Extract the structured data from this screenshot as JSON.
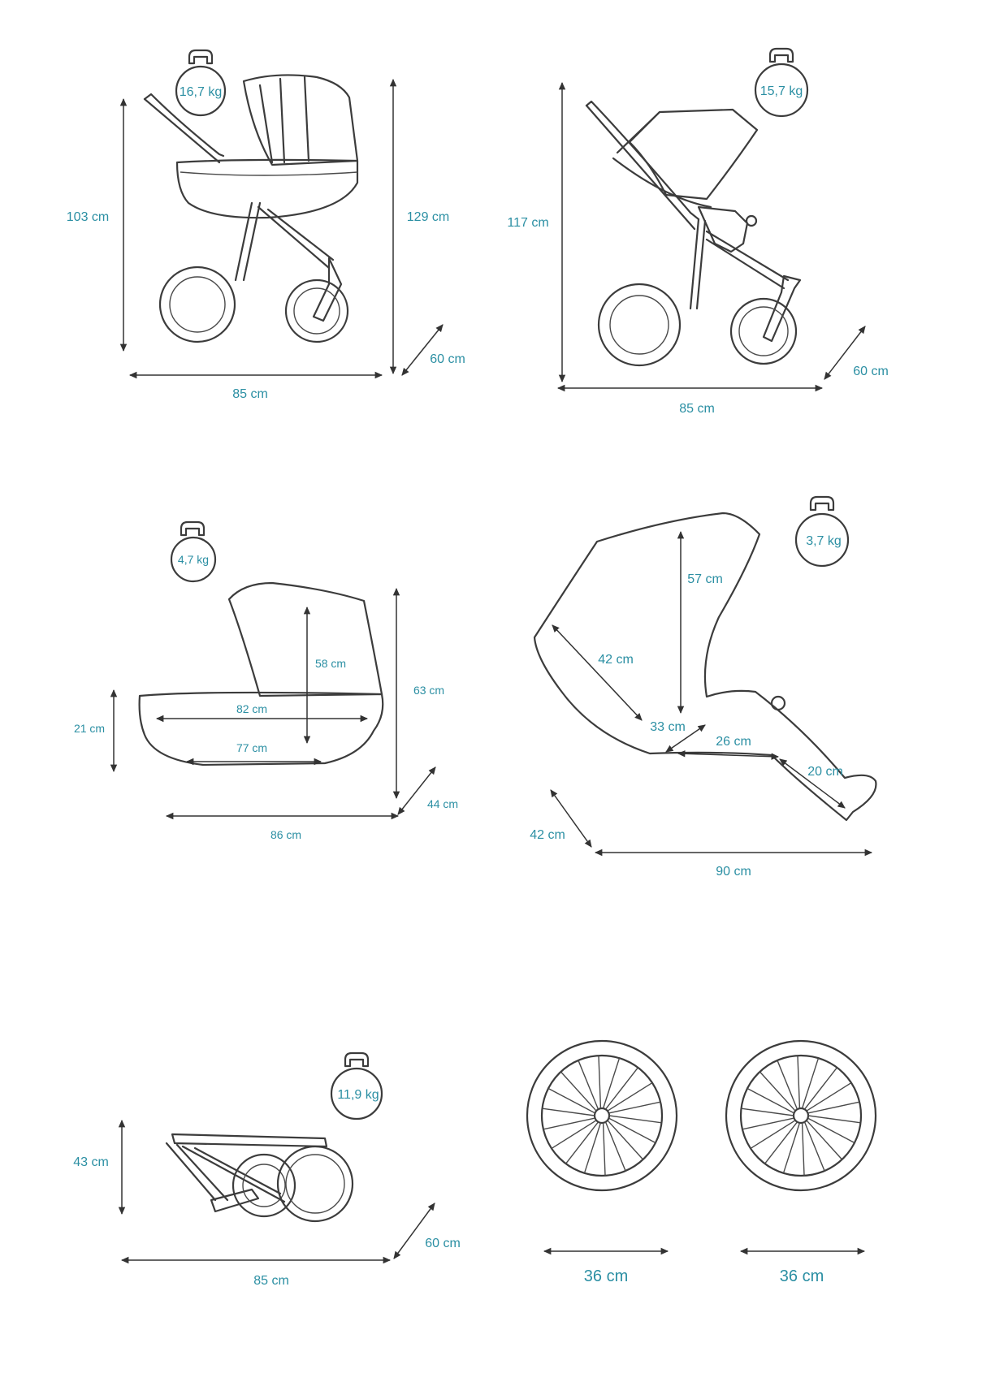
{
  "accent_color": "#2b8fa3",
  "line_color": "#3c3c3c",
  "panels": {
    "pram": {
      "weight": "16,7 kg",
      "height_handle": "103 cm",
      "height_total": "129 cm",
      "depth": "60 cm",
      "length": "85 cm"
    },
    "stroller": {
      "weight": "15,7 kg",
      "height": "117 cm",
      "depth": "60 cm",
      "length": "85 cm"
    },
    "carrycot": {
      "weight": "4,7 kg",
      "hood_height": "58 cm",
      "total_height": "63 cm",
      "side_height": "21 cm",
      "inner_top": "82 cm",
      "inner_bottom": "77 cm",
      "width": "44 cm",
      "length": "86 cm"
    },
    "seat": {
      "weight": "3,7 kg",
      "back_height": "57 cm",
      "back_length": "42 cm",
      "seat_depth": "33 cm",
      "seat_length": "26 cm",
      "leg_rest": "20 cm",
      "width": "42 cm",
      "length": "90 cm"
    },
    "folded": {
      "weight": "11,9 kg",
      "height": "43 cm",
      "depth": "60 cm",
      "length": "85 cm"
    },
    "wheels": {
      "front_diameter": "36 cm",
      "rear_diameter": "36 cm"
    }
  }
}
